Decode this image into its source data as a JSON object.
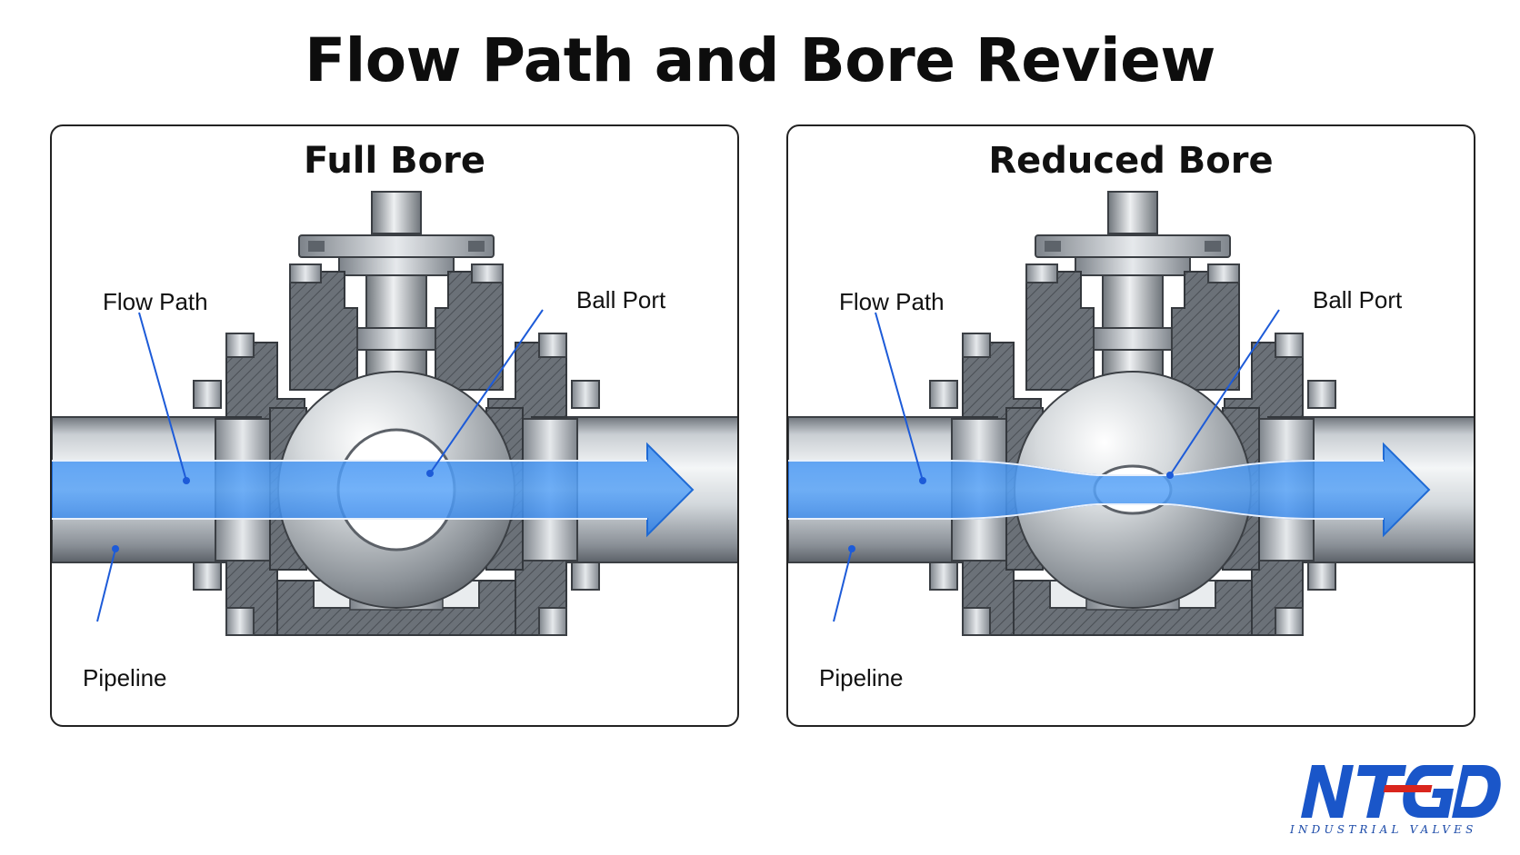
{
  "title": "Flow Path and Bore Review",
  "colors": {
    "flow": "#2f7fe6",
    "callout_line": "#1d5bd8",
    "steel_dark": "#545a61",
    "steel_light": "#e8ecef",
    "brand_blue": "#1a56c9",
    "brand_red": "#d9251d"
  },
  "panels": [
    {
      "id": "full",
      "title": "Full Bore",
      "labels": {
        "flow_path": "Flow Path",
        "ball_port": "Ball Port",
        "pipeline": "Pipeline"
      }
    },
    {
      "id": "reduced",
      "title": "Reduced Bore",
      "labels": {
        "flow_path": "Flow Path",
        "ball_port": "Ball Port",
        "pipeline": "Pipeline"
      }
    }
  ],
  "logo": {
    "mark": "NTGD",
    "subtitle": "INDUSTRIAL VALVES"
  }
}
